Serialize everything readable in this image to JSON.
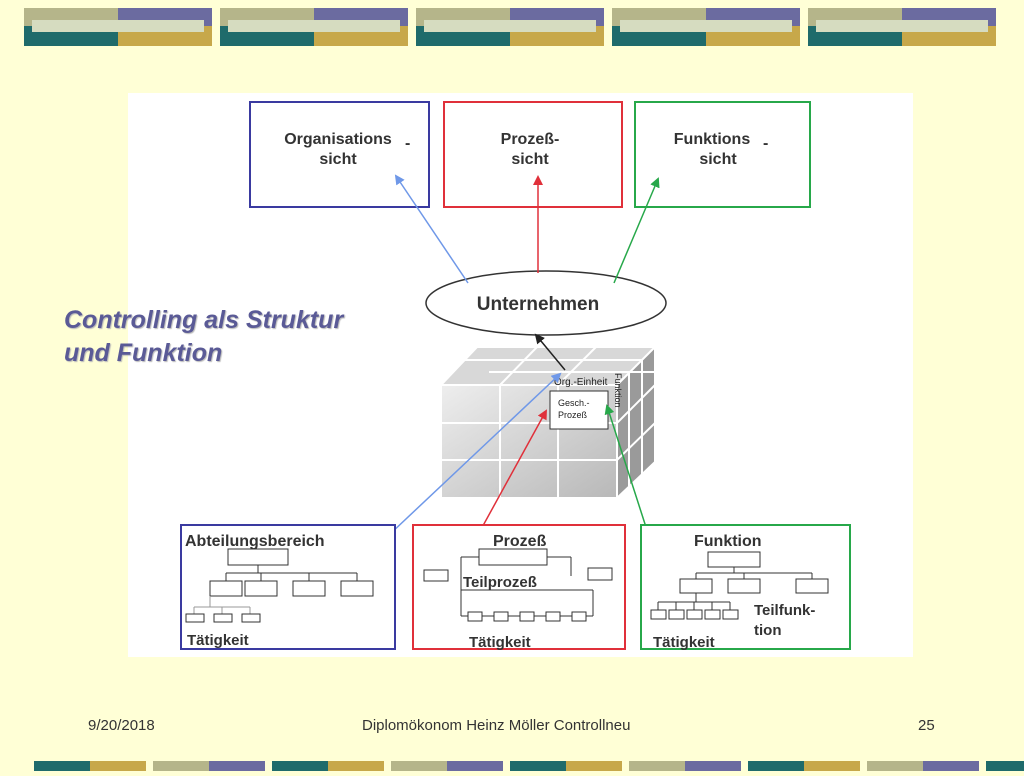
{
  "slide": {
    "title_line1": "Controlling als Struktur",
    "title_line2": "und Funktion"
  },
  "colors": {
    "background": "#ffffd6",
    "title": "#5a5a96",
    "blue": "#3a3aa0",
    "red": "#e0303a",
    "green": "#27a84a",
    "arrow_blue": "#6f98e8",
    "deco_olive": "#b5b58a",
    "deco_purple": "#6b6ba0",
    "deco_teal": "#1f6b6b",
    "deco_gold": "#c7a84a"
  },
  "diagram": {
    "views": {
      "organisation": [
        "Organisations",
        "sicht"
      ],
      "prozess": [
        "Prozeß-",
        "sicht"
      ],
      "funktion": [
        "Funktions",
        "sicht"
      ],
      "dash": "-"
    },
    "center": "Unternehmen",
    "cube": {
      "org_einheit": "Org.-Einheit",
      "gesch_line1": "Gesch.-",
      "gesch_line2": "Prozeß",
      "side_label": "Funktion"
    },
    "bottom": {
      "abteilung": {
        "title": "Abteilungsbereich",
        "caption": "Tätigkeit"
      },
      "prozess": {
        "title": "Prozeß",
        "sub": "Teilprozeß",
        "caption": "Tätigkeit"
      },
      "funktion": {
        "title": "Funktion",
        "sub_line1": "Teilfunk-",
        "sub_line2": "tion",
        "caption": "Tätigkeit"
      }
    }
  },
  "footer": {
    "date": "9/20/2018",
    "center": "Diplomökonom Heinz Möller   Controllneu",
    "page": "25"
  }
}
